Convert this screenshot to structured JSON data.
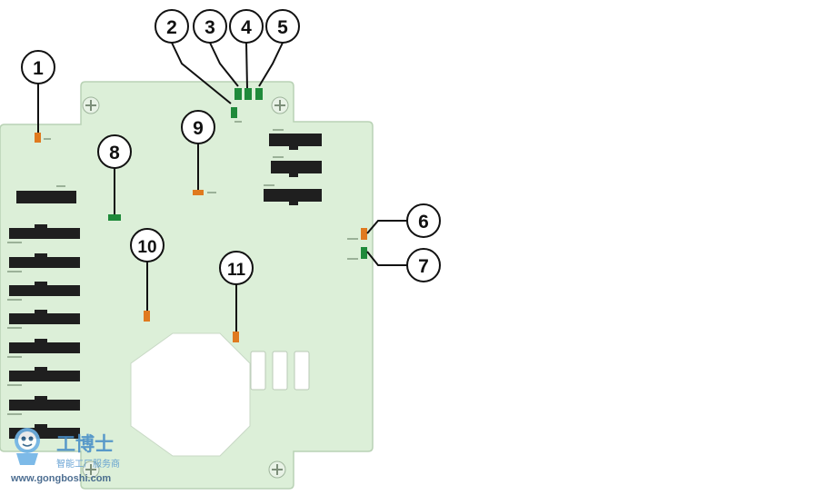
{
  "colors": {
    "board_fill": "#dcefd8",
    "board_stroke": "#b9d2b5",
    "slot": "#1f1f1f",
    "connector_orange": "#e07a1f",
    "connector_green": "#1f8a3a",
    "cutout": "#ffffff",
    "callout_line": "#111111"
  },
  "callouts": [
    {
      "label": "1"
    },
    {
      "label": "2"
    },
    {
      "label": "3"
    },
    {
      "label": "4"
    },
    {
      "label": "5"
    },
    {
      "label": "6"
    },
    {
      "label": "7"
    },
    {
      "label": "8"
    },
    {
      "label": "9"
    },
    {
      "label": "10"
    },
    {
      "label": "11"
    }
  ],
  "watermark": {
    "title": "工博士",
    "subtitle": "智能工厂服务商",
    "url": "www.gongboshi.com",
    "icon": "robot-mascot-logo"
  }
}
